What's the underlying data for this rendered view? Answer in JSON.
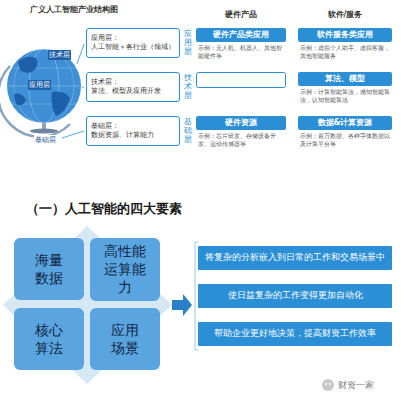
{
  "diagram": {
    "title": "广义人工智能产业结构图",
    "nodes": [
      {
        "text": [
          "应用层：",
          "人工智能＋各行业（领域）"
        ]
      },
      {
        "text": [
          "硬件产品类应用",
          "示例：无人机、机器人、其他智能硬件等"
        ]
      },
      {
        "text": [
          "软件服务类应用",
          "示例：虚拟个人助手、虚拟客服，其他智能服务"
        ]
      },
      {
        "text": [
          "技术层：",
          "算法、模型及应用开发"
        ]
      },
      {
        "text": [
          "算法、模型",
          "示例：计算智能算法，感知智能算法，认知智能算法"
        ]
      },
      {
        "text": [
          "基础层：",
          "数据资源、计算能力"
        ]
      },
      {
        "text": [
          "硬件资源",
          "示例：芯片研发、存储设备开发、运动传感器等"
        ]
      },
      {
        "text": [
          "数据&计算资源",
          "示例：百万数据、各种字体数据以及计算平台等"
        ]
      },
      {
        "text": [
          "海量数据"
        ]
      },
      {
        "text": [
          "高性能运算能力"
        ]
      },
      {
        "text": [
          "核心算法"
        ]
      },
      {
        "text": [
          "应用场景"
        ]
      },
      {
        "text": [
          "将复杂的分析嵌入到日常的工作和交易场景中"
        ]
      },
      {
        "text": [
          "使日益复杂的工作变得更加自动化"
        ]
      },
      {
        "text": [
          "帮助企业更好地决策，提高财资工作效率"
        ]
      }
    ],
    "labels": [
      "硬件产品",
      "软件/服务",
      "技术层",
      "应用层",
      "基础层",
      "应用层",
      "技术层",
      "基础层",
      "（一）人工智能的四大要素",
      "财资一家"
    ]
  }
}
